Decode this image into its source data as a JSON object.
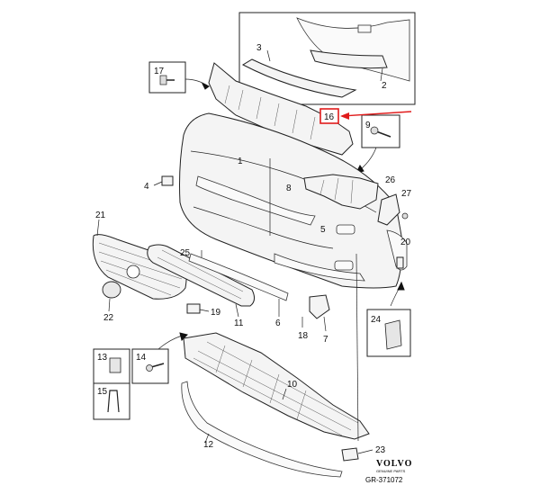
{
  "callouts": {
    "c1": "1",
    "c2": "2",
    "c3": "3",
    "c4": "4",
    "c5": "5",
    "c6": "6",
    "c7": "7",
    "c8": "8",
    "c9": "9",
    "c10": "10",
    "c11": "11",
    "c12": "12",
    "c13": "13",
    "c14": "14",
    "c15": "15",
    "c16": "16",
    "c17": "17",
    "c18": "18",
    "c19": "19",
    "c20": "20",
    "c21": "21",
    "c22": "22",
    "c23": "23",
    "c24": "24",
    "c25": "25",
    "c26": "26",
    "c27": "27"
  },
  "brand": {
    "name": "VOLVO",
    "subtitle": "GENUINE PARTS",
    "ref": "GR-371072"
  },
  "colors": {
    "highlight": "#e01b1b",
    "line": "#222222"
  }
}
